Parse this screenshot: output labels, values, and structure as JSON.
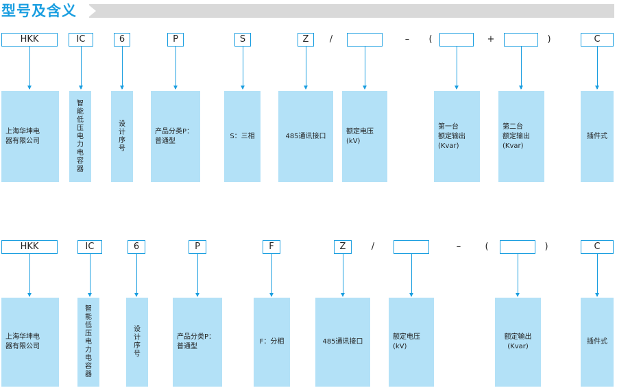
{
  "title": "型号及含义",
  "row1": {
    "codes": [
      "HKK",
      "IC",
      "6",
      "P",
      "S",
      "Z",
      "",
      "",
      "",
      "C"
    ],
    "separators": [
      "/",
      "–",
      "(",
      "+",
      ")"
    ],
    "descriptions": [
      "上海华坤电\n器有限公司",
      "智能低压电力电容器",
      "设计序号",
      "产品分类P：\n普通型",
      "S：三相",
      "485通讯接口",
      "额定电压\n(kV)",
      "第一台\n额定输出\n(Kvar)",
      "第二台\n额定输出\n(Kvar)",
      "插件式"
    ]
  },
  "row2": {
    "codes": [
      "HKK",
      "IC",
      "6",
      "P",
      "F",
      "Z",
      "",
      "",
      "C"
    ],
    "separators": [
      "/",
      "–",
      "(",
      ")"
    ],
    "descriptions": [
      "上海华坤电\n器有限公司",
      "智能低压电力电容器",
      "设计序号",
      "产品分类P：\n普通型",
      "F：分相",
      "485通讯接口",
      "额定电压\n(kV)",
      "额定输出\n(Kvar)",
      "插件式"
    ]
  }
}
